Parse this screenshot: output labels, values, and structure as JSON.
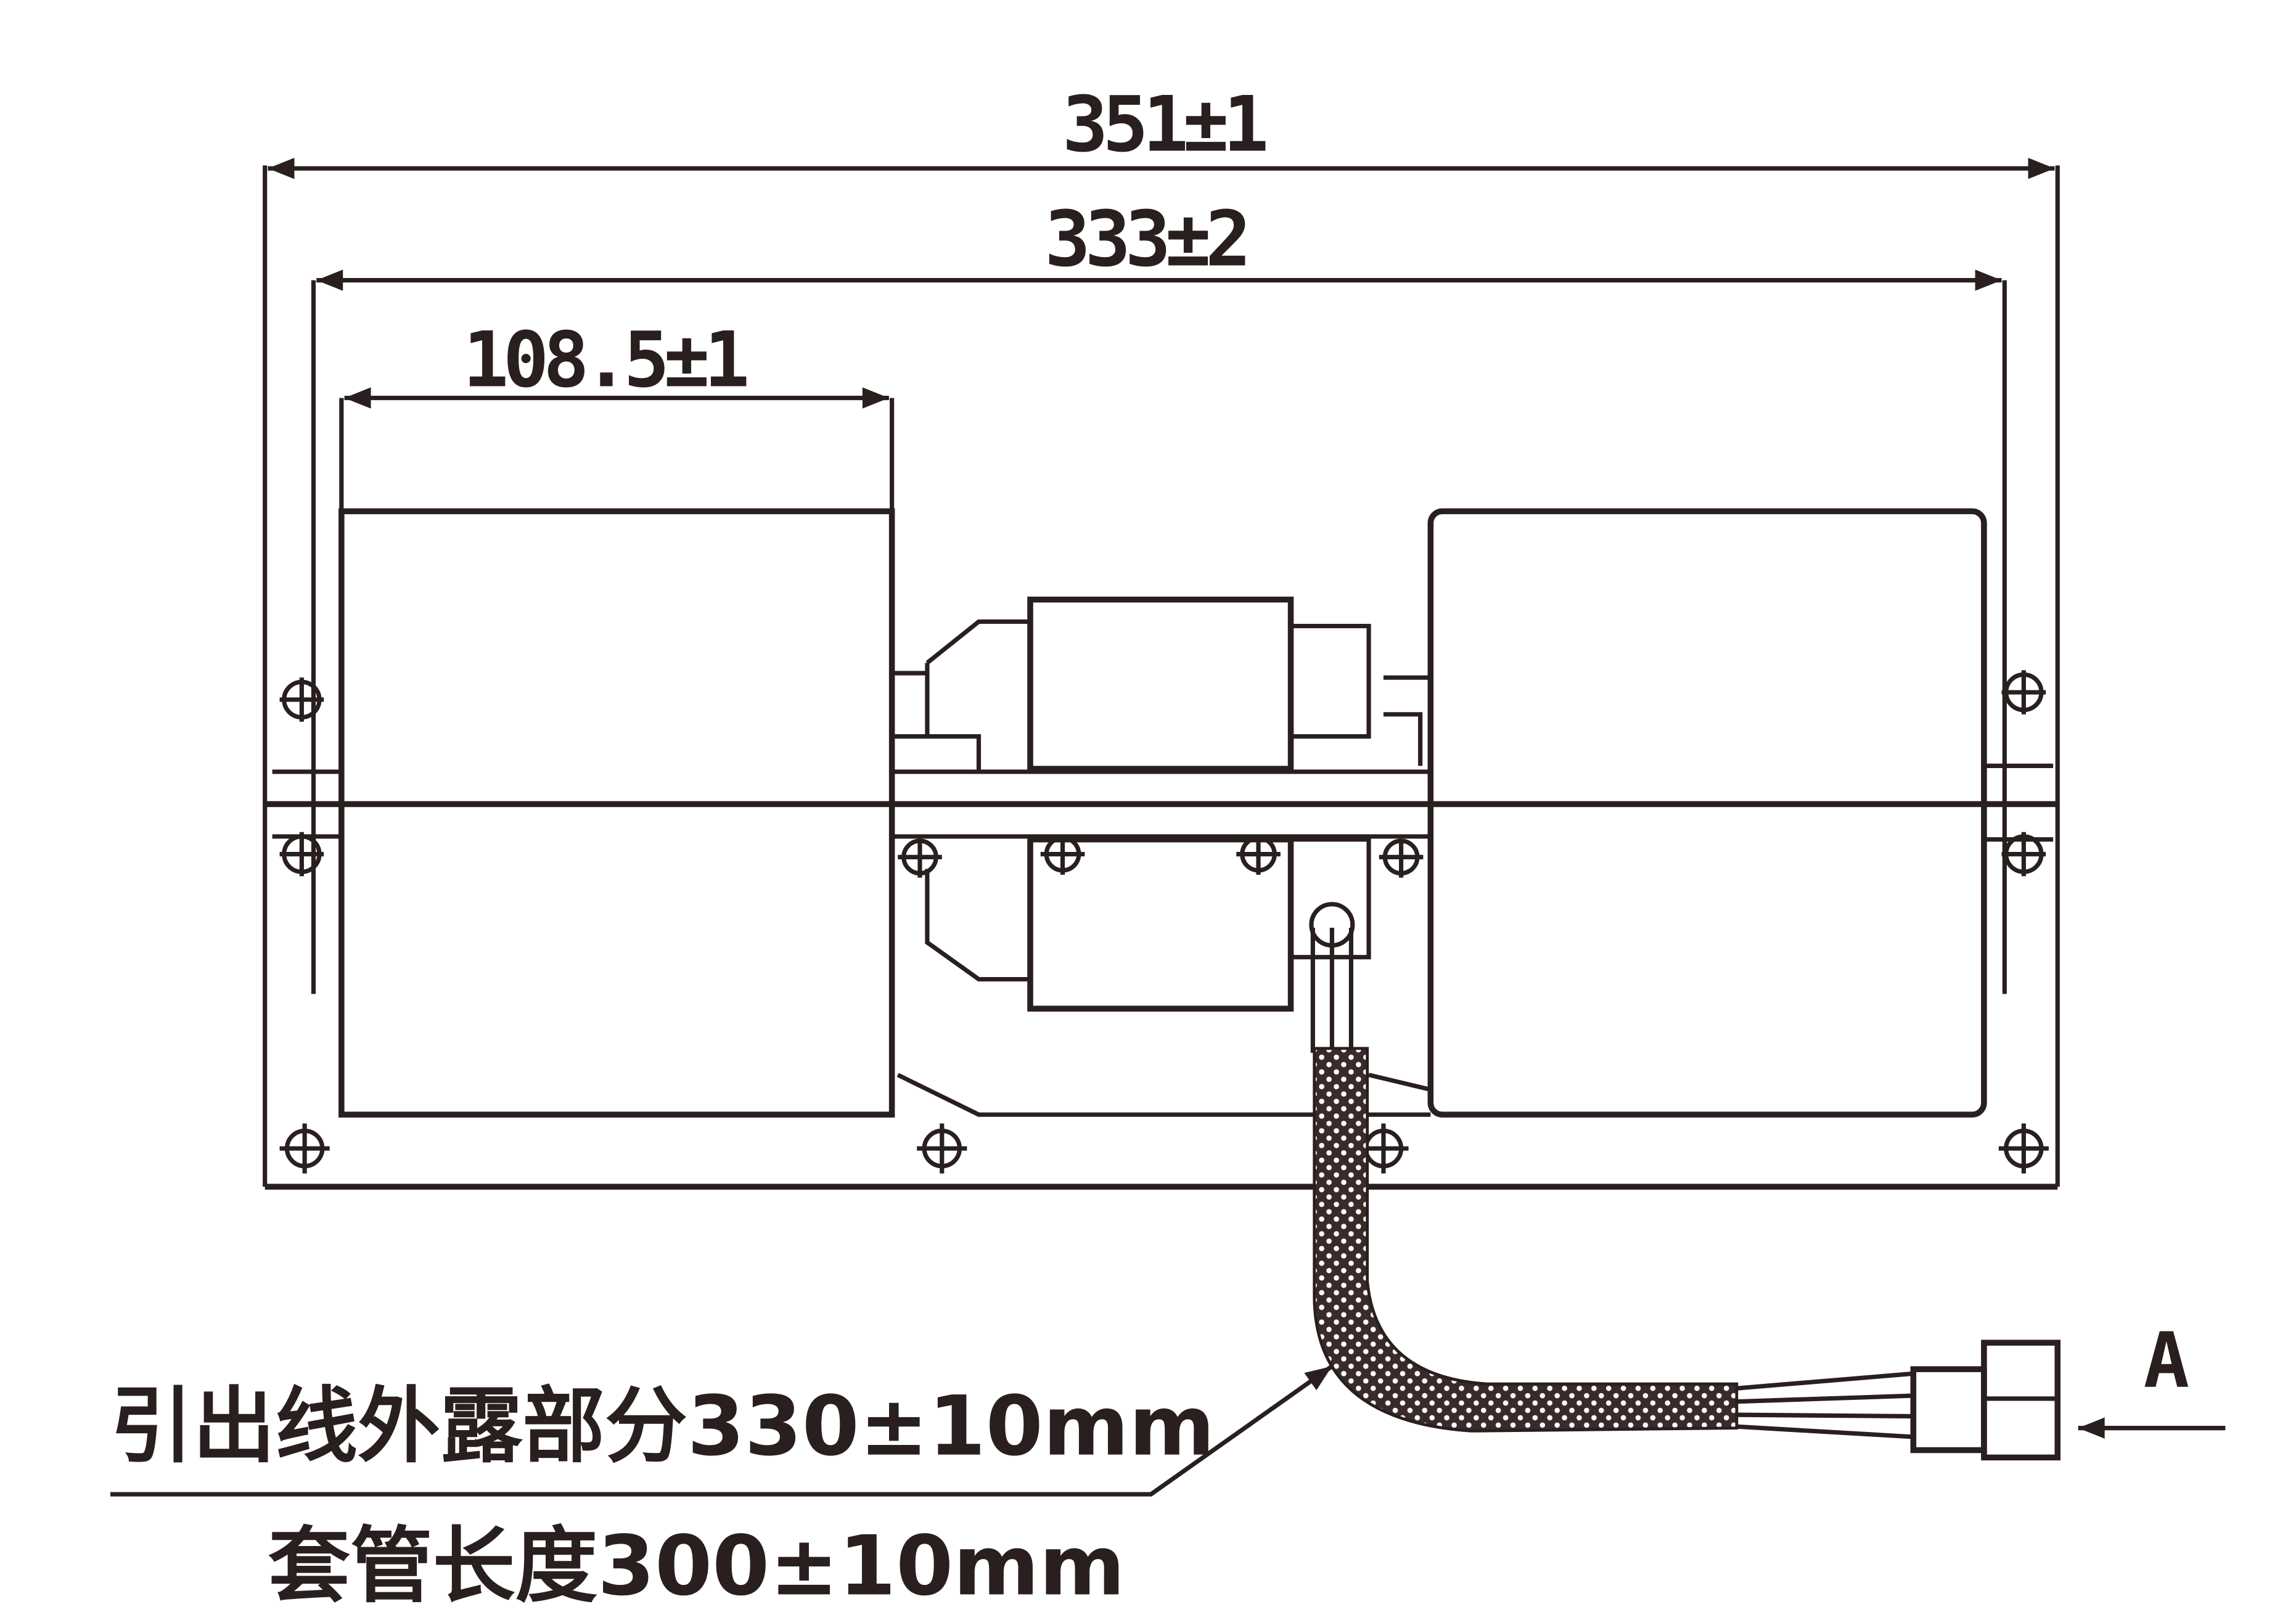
{
  "dimensions": {
    "overall_width": "351±1",
    "housing_span": "333±2",
    "housing_width": "108.5±1"
  },
  "notes": {
    "lead_exposed_length": "引出线外露部分330±10mm",
    "sleeve_length": "套管长度300±10mm"
  },
  "view_label": "A",
  "colors": {
    "line": "#2a1f1f",
    "background": "#ffffff"
  }
}
